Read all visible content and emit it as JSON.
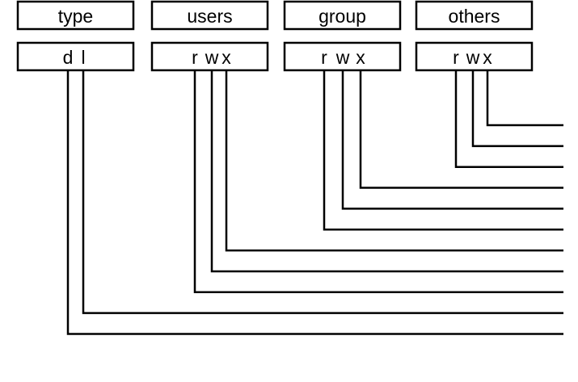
{
  "columns": [
    {
      "header": "type",
      "letters": [
        "d",
        "l"
      ]
    },
    {
      "header": "users",
      "letters": [
        "r",
        "w",
        "x"
      ]
    },
    {
      "header": "group",
      "letters": [
        "r",
        "w",
        "x"
      ]
    },
    {
      "header": "others",
      "letters": [
        "r",
        "w",
        "x"
      ]
    }
  ],
  "colors": {
    "line": "#000000",
    "background": "#ffffff"
  }
}
